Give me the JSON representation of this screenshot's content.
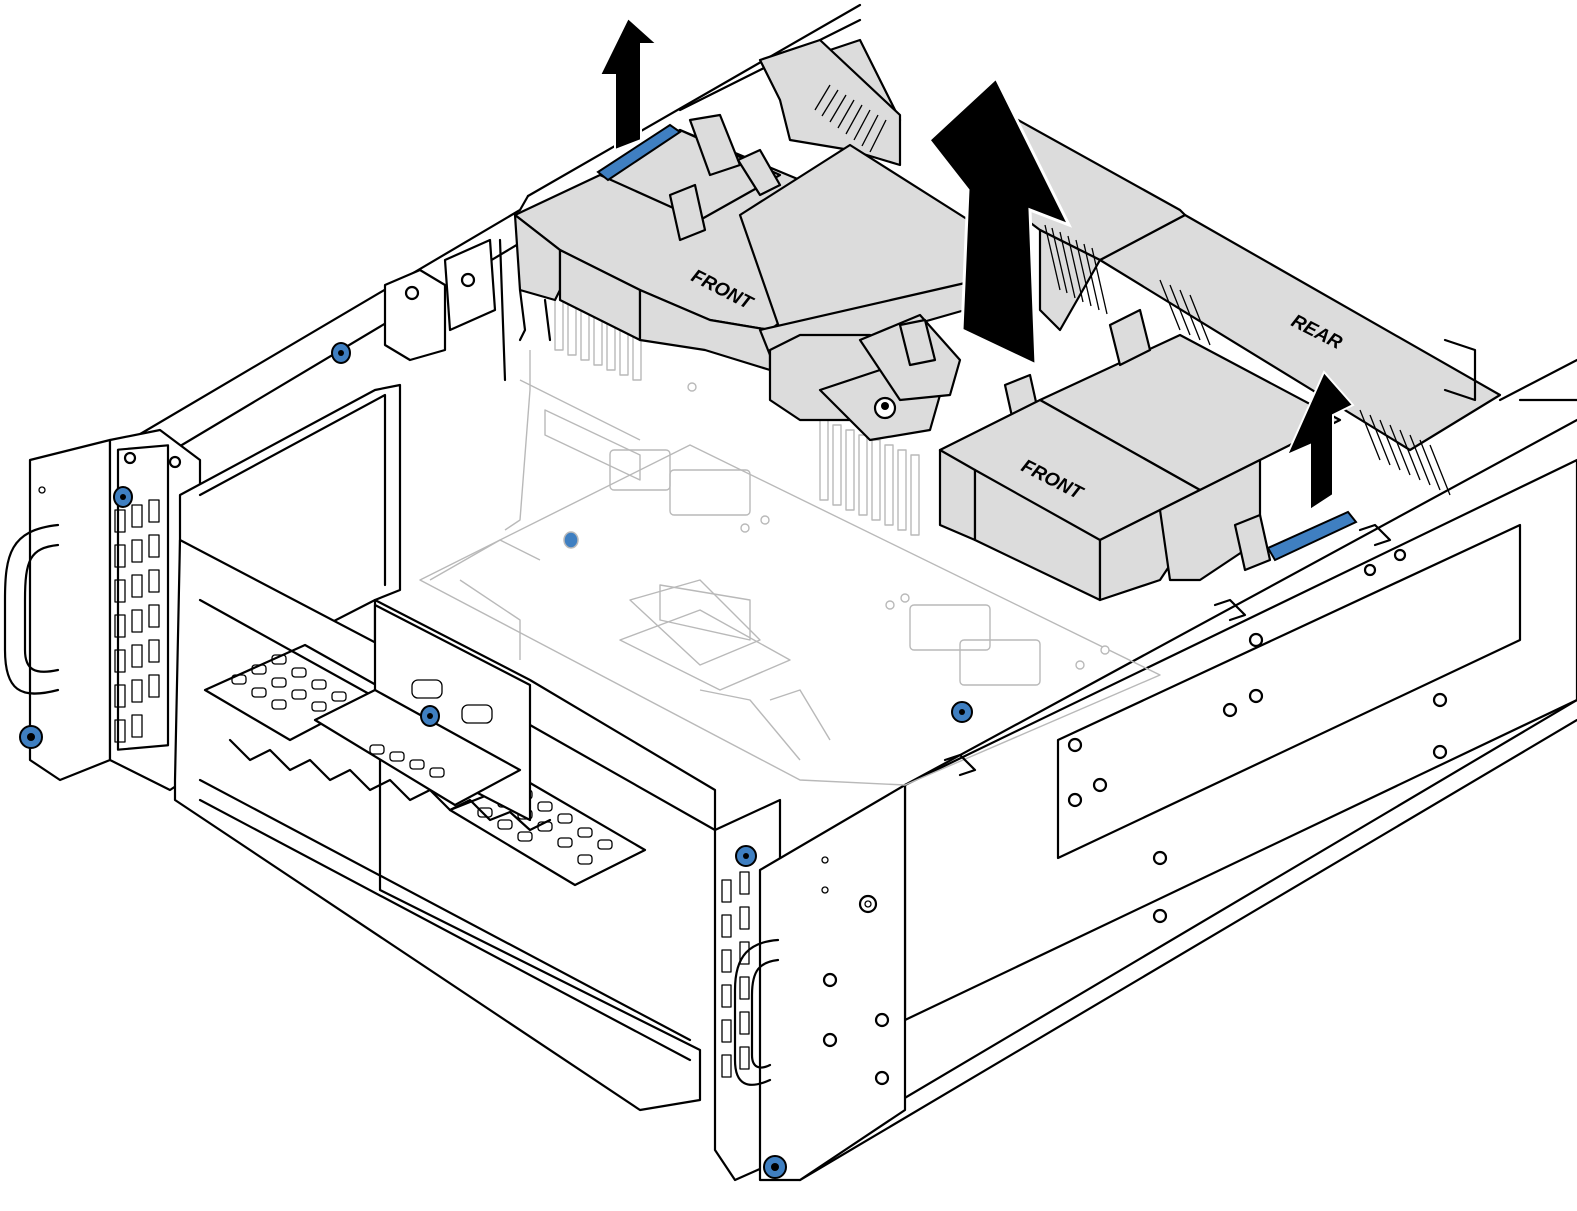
{
  "diagram": {
    "labels": {
      "front_left": "FRONT",
      "front_right": "FRONT",
      "rear": "REAR"
    },
    "colors": {
      "air_baffle_fill": "#dcdcdc",
      "touch_point_blue": "#3f7fc1",
      "arrow": "#000000",
      "background": "#ffffff"
    },
    "icons": [
      "lift-arrow-icon",
      "blue-touch-point",
      "thumbscrew-icon"
    ]
  }
}
